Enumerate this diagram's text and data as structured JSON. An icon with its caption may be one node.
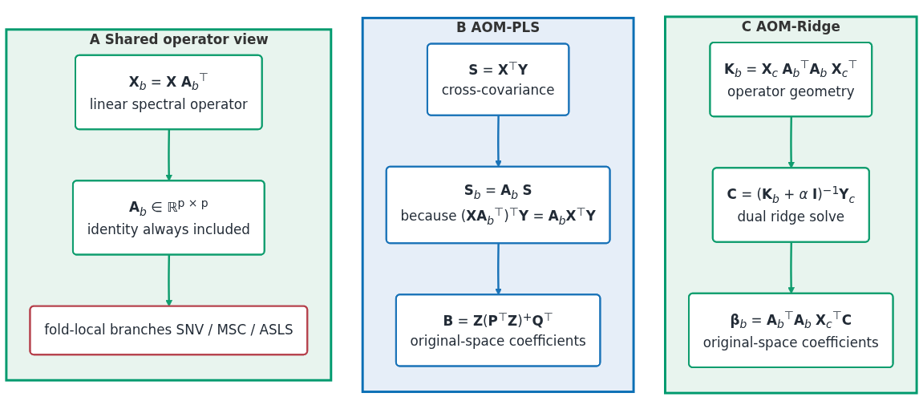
{
  "diagram": {
    "nodes": [
      {
        "text": [
          "A Shared operator view"
        ]
      },
      {
        "text": [
          "**X**$_{b}$ = **X A**$_{b}$$^{⊤}$",
          "linear spectral operator"
        ],
        "in": 0
      },
      {
        "text": [
          "**A**$_{b}$ ∈ ℝ$^{p × p}$",
          "identity always included"
        ],
        "in": 0
      },
      {
        "text": [
          "fold-local branches SNV / MSC / ASLS"
        ],
        "in": 0
      },
      {
        "text": [
          "B AOM-PLS"
        ]
      },
      {
        "text": [
          "**S** = **X**$^{⊤}$**Y**",
          "cross-covariance"
        ],
        "in": 4
      },
      {
        "text": [
          "**S**$_{b}$ = **A**$_{b}$ **S**",
          "because (**XA**$_{b}$$^{⊤}$)$^{⊤}$**Y** = **A**$_{b}$**X**$^{⊤}$**Y**"
        ],
        "in": 4
      },
      {
        "text": [
          "**B** = **Z**(**P**$^{⊤}$**Z**)$^{+}$**Q**$^{⊤}$",
          "original-space coefficients"
        ],
        "in": 4
      },
      {
        "text": [
          "C AOM-Ridge"
        ]
      },
      {
        "text": [
          "**K**$_{b}$ = **X**$_{c}$ **A**$_{b}$$^{⊤}$**A**$_{b}$ **X**$_{c}$$^{⊤}$",
          "operator geometry"
        ],
        "in": 8
      },
      {
        "text": [
          "**C** = (**K**$_{b}$ + *α* **I**)$^{−1}$**Y**$_{c}$",
          "dual ridge solve"
        ],
        "in": 8
      },
      {
        "text": [
          "**β**$_{b}$ = **A**$_{b}$$^{⊤}$**A**$_{b}$ **X**$_{c}$$^{⊤}$**C**",
          "original-space coefficients"
        ],
        "in": 8
      }
    ],
    "edges": [
      {
        "from": 1,
        "to": 2,
        "arrow": "to"
      },
      {
        "from": 2,
        "to": 3,
        "arrow": "to"
      },
      {
        "from": 5,
        "to": 6,
        "arrow": "to",
        "color": "#1a73b8"
      },
      {
        "from": 6,
        "to": 7,
        "arrow": "to",
        "color": "#1a73b8"
      },
      {
        "from": 9,
        "to": 10,
        "arrow": "to"
      },
      {
        "from": 10,
        "to": 11,
        "arrow": "to"
      }
    ]
  }
}
